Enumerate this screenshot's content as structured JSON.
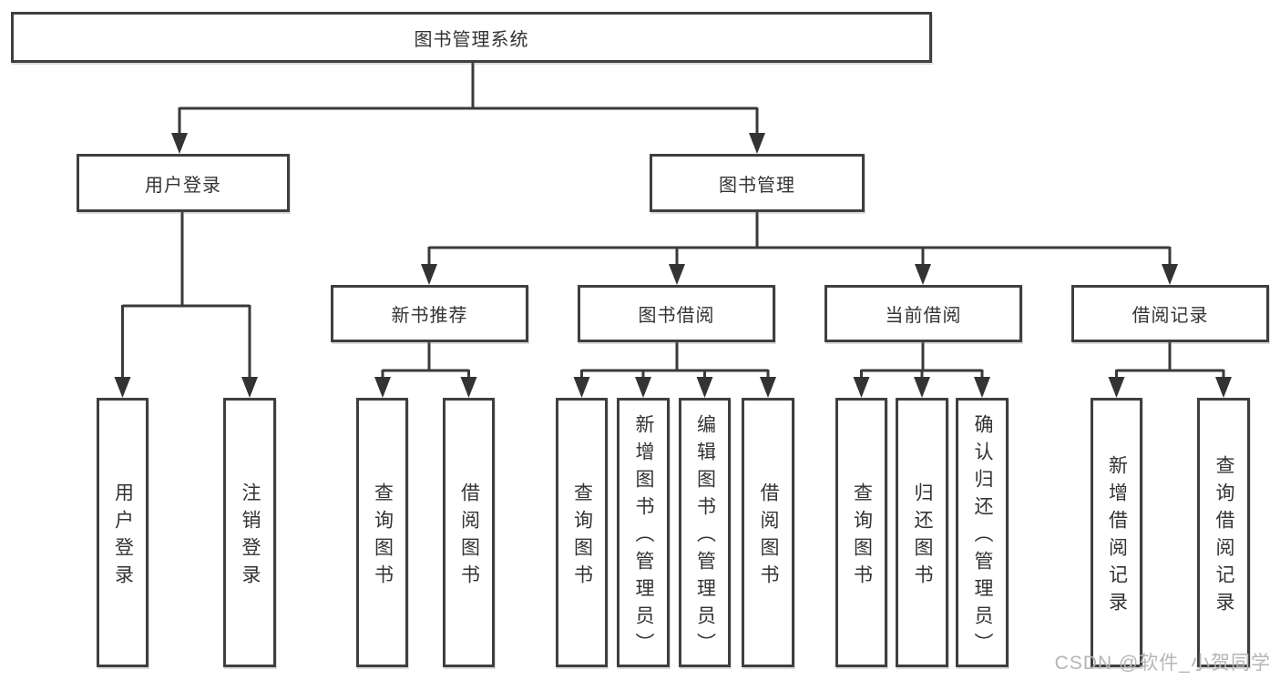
{
  "diagram_title": "图书管理系统",
  "watermark": {
    "text": "CSDN @软件_小贺同学"
  },
  "colors": {
    "line": "#3a3a3a",
    "box_border": "#3f3f3f",
    "text": "#333333",
    "background": "#ffffff",
    "watermark": "#b5b5b5"
  },
  "nodes": {
    "root": {
      "label": "图书管理系统"
    },
    "user_login": {
      "label": "用户登录"
    },
    "book_management": {
      "label": "图书管理"
    },
    "new_book_recommend": {
      "label": "新书推荐"
    },
    "book_borrowing": {
      "label": "图书借阅"
    },
    "current_borrowing": {
      "label": "当前借阅"
    },
    "borrowing_records": {
      "label": "借阅记录"
    },
    "leaf_user_login": {
      "label": "用户登录"
    },
    "leaf_logout": {
      "label": "注销登录"
    },
    "leaf_rec_query_books": {
      "label": "查询图书"
    },
    "leaf_rec_borrow_books": {
      "label": "借阅图书"
    },
    "leaf_bb_query_books": {
      "label": "查询图书"
    },
    "leaf_bb_add_books": {
      "label": "新增图书（管理员）"
    },
    "leaf_bb_edit_books": {
      "label": "编辑图书（管理员）"
    },
    "leaf_bb_borrow_books": {
      "label": "借阅图书"
    },
    "leaf_cb_query_books": {
      "label": "查询图书"
    },
    "leaf_cb_return_books": {
      "label": "归还图书"
    },
    "leaf_cb_confirm_return": {
      "label": "确认归还（管理员）"
    },
    "leaf_br_add_record": {
      "label": "新增借阅记录"
    },
    "leaf_br_query_record": {
      "label": "查询借阅记录"
    }
  }
}
